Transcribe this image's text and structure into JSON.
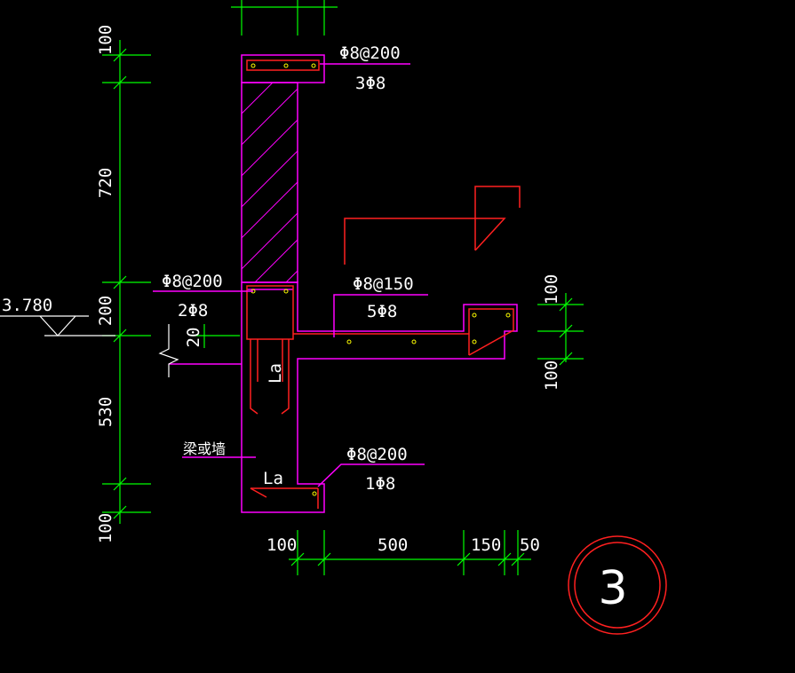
{
  "dimensions": {
    "left_vertical": [
      "100",
      "720",
      "200",
      "530",
      "100"
    ],
    "bottom_horizontal": [
      "100",
      "500",
      "150",
      "50"
    ],
    "right_vertical": [
      "100",
      "100"
    ],
    "small_20": "20"
  },
  "elevation": "3.780",
  "rebar_labels": {
    "top_stirrup": "Φ8@200",
    "top_bars": "3Φ8",
    "mid_stirrup": "Φ8@200",
    "mid_bars": "2Φ8",
    "slab_stirrup": "Φ8@150",
    "slab_bars": "5Φ8",
    "bottom_stirrup": "Φ8@200",
    "bottom_bars": "1Φ8"
  },
  "anchorage": [
    "La",
    "La"
  ],
  "beam_or_wall_label": "梁或墙",
  "detail_number": "3",
  "colors": {
    "background": "#000000",
    "outline": "#ff00ff",
    "dimension": "#00ff00",
    "rebar": "#ff2020",
    "text": "#ffffff",
    "rebar_points": "#ffff00"
  }
}
